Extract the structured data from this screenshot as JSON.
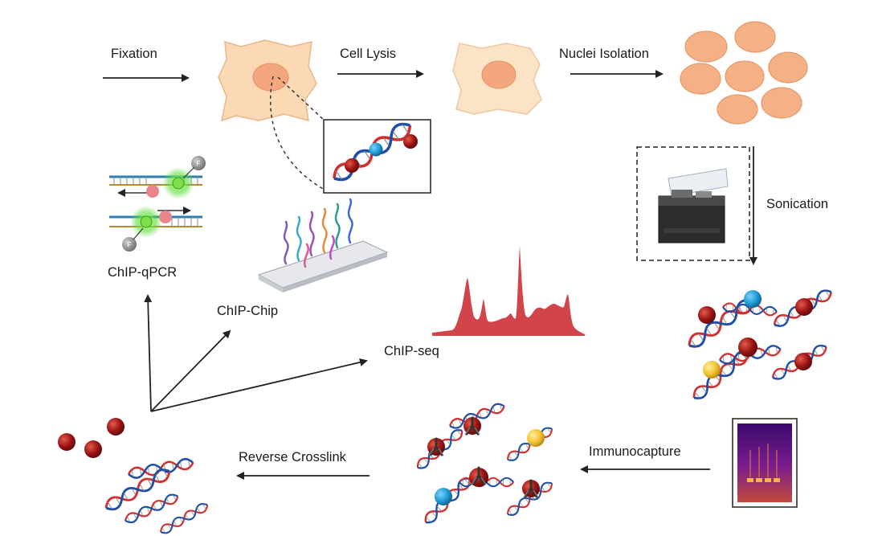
{
  "steps": {
    "fixation": "Fixation",
    "cell_lysis": "Cell Lysis",
    "nuclei_isolation": "Nuclei Isolation",
    "sonication": "Sonication",
    "immunocapture": "Immunocapture",
    "reverse_crosslink": "Reverse Crosslink"
  },
  "methods": {
    "chip_qpcr": "ChIP-qPCR",
    "chip_chip": "ChIP-Chip",
    "chip_seq": "ChIP-seq"
  },
  "qpcr_probe_letter": "F",
  "colors": {
    "cell_fill": "#fbd9b4",
    "cell_stroke": "#e8b78a",
    "nucleus_fill": "#f4a77e",
    "protein_red": "#9b1414",
    "protein_blue": "#1c9ad6",
    "protein_yellow": "#f2c12e",
    "dna_red": "#d32f2f",
    "dna_blue": "#1e4fa8",
    "seq_peaks": "#d0444a",
    "arrow": "#222222"
  }
}
